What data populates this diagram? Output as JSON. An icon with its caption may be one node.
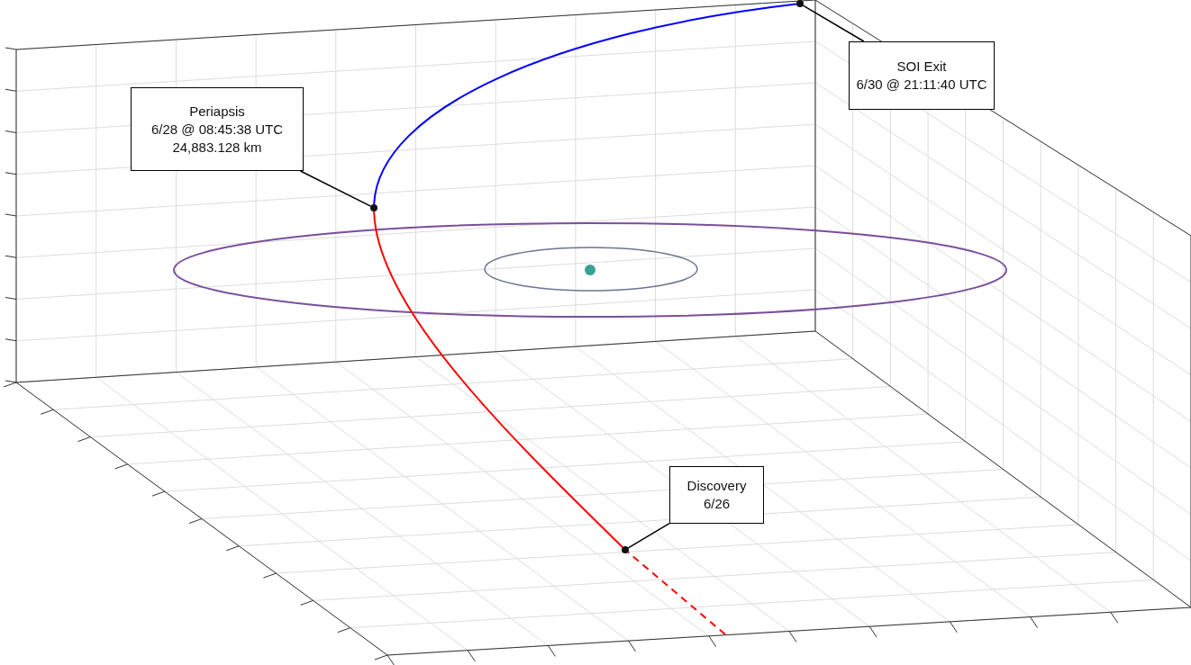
{
  "diagram": {
    "nodes": [
      {
        "text": [
          "Periapsis",
          "6/28 @ 08:45:38 UTC",
          "24,883.128 km"
        ]
      },
      {
        "text": [],
        "shape": "circle"
      },
      {
        "text": [
          "SOI Exit",
          "6/30 @ 21:11:40 UTC"
        ]
      },
      {
        "text": [],
        "shape": "circle"
      },
      {
        "text": [
          "Discovery",
          "6/26"
        ]
      },
      {
        "text": [],
        "shape": "circle"
      }
    ],
    "edges": [
      {
        "from": 0,
        "to": 1,
        "arrow": "none"
      },
      {
        "from": 2,
        "to": 3,
        "arrow": "none"
      },
      {
        "from": 4,
        "to": 5,
        "arrow": "none"
      },
      {
        "from": 5,
        "to": 1,
        "arrow": "none",
        "color": "#ff0000"
      },
      {
        "from": 1,
        "to": 3,
        "arrow": "none",
        "color": "#0000ff"
      },
      {
        "from": null,
        "to": 5,
        "arrow": "none",
        "style": "dashed",
        "color": "#ff0000"
      }
    ]
  }
}
